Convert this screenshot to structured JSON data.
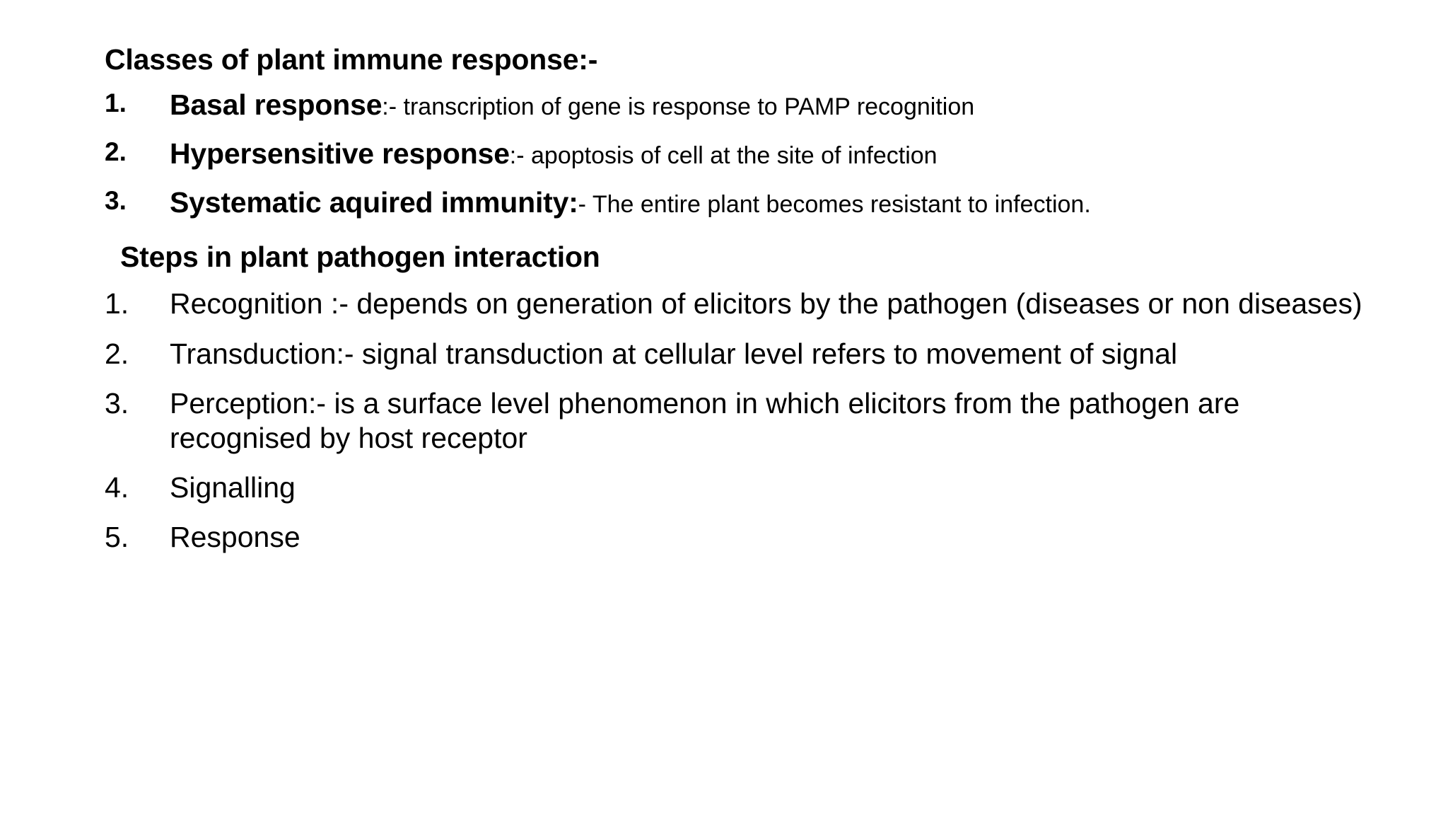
{
  "slide": {
    "background_color": "#ffffff",
    "text_color": "#000000"
  },
  "section_a": {
    "heading": "Classes of plant immune response:-",
    "items": [
      {
        "marker": "1.",
        "lead": "Basal response",
        "tail": ":- transcription of gene is response to PAMP recognition"
      },
      {
        "marker": "2.",
        "lead": "Hypersensitive response",
        "tail": ":- apoptosis of cell at the site of infection"
      },
      {
        "marker": "3.",
        "lead": "Systematic aquired immunity:",
        "tail": "- The entire plant becomes resistant to infection."
      }
    ]
  },
  "section_b": {
    "heading": "Steps in plant pathogen interaction",
    "items": [
      {
        "marker": "1.",
        "text": " Recognition :- depends on generation of elicitors by the pathogen (diseases or non diseases)"
      },
      {
        "marker": "2.",
        "text": " Transduction:- signal transduction at cellular level refers to movement of signal"
      },
      {
        "marker": "3.",
        "text": "Perception:- is a surface level phenomenon in which elicitors from the pathogen are recognised by host receptor"
      },
      {
        "marker": "4.",
        "text": "Signalling"
      },
      {
        "marker": "5.",
        "text": "Response"
      }
    ]
  }
}
